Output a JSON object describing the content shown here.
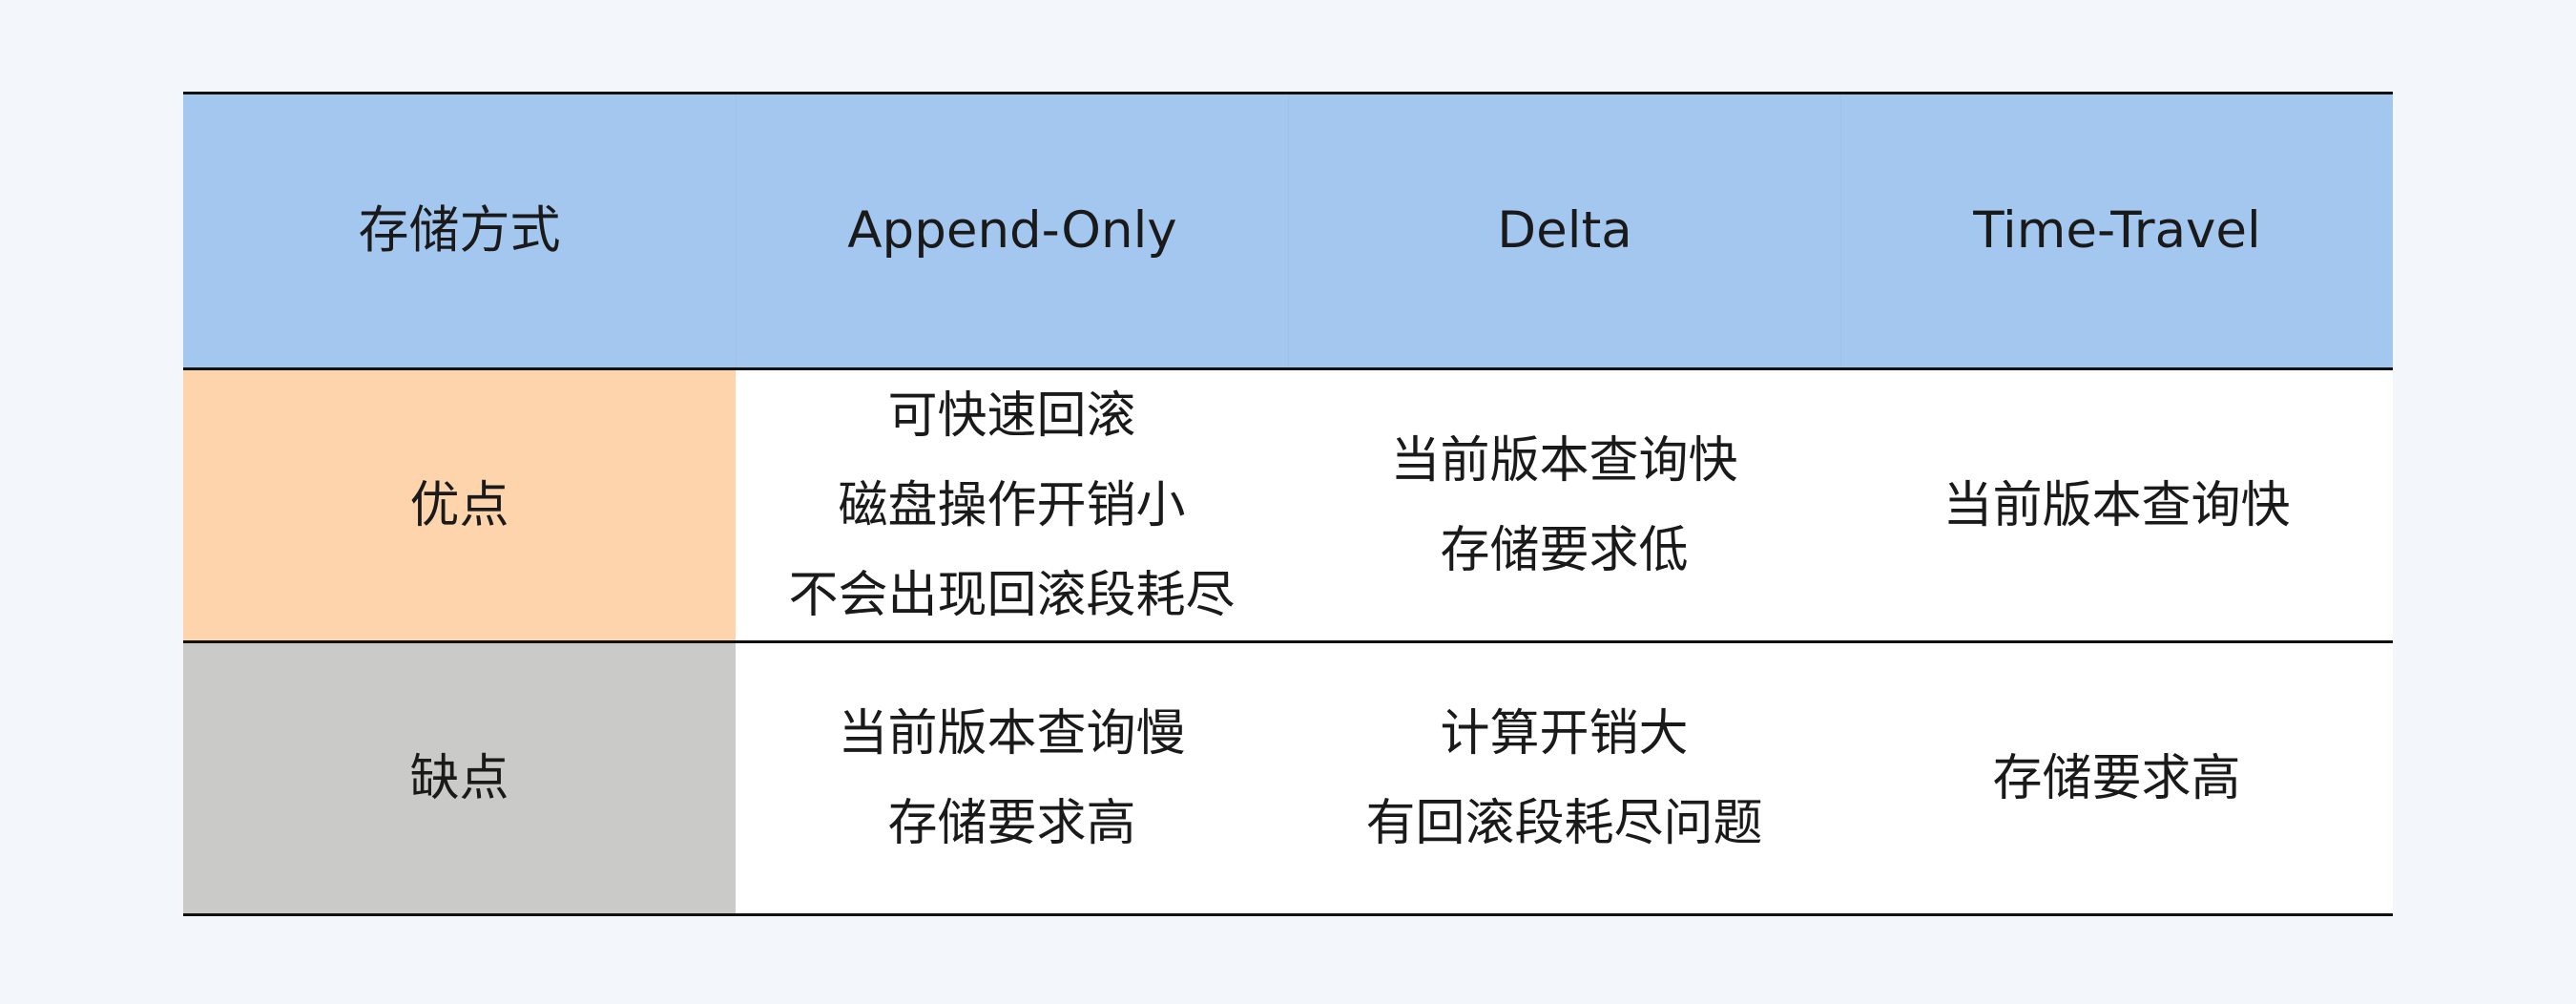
{
  "table": {
    "header": [
      "存储方式",
      "Append-Only",
      "Delta",
      "Time-Travel"
    ],
    "rows": [
      {
        "label": "优点",
        "cells": [
          [
            "可快速回滚",
            "磁盘操作开销小",
            "不会出现回滚段耗尽"
          ],
          [
            "当前版本查询快",
            "存储要求低"
          ],
          [
            "当前版本查询快"
          ]
        ]
      },
      {
        "label": "缺点",
        "cells": [
          [
            "当前版本查询慢",
            "存储要求高"
          ],
          [
            "计算开销大",
            "有回滚段耗尽问题"
          ],
          [
            "存储要求高"
          ]
        ]
      }
    ]
  },
  "colors": {
    "page_background": "#f3f7fc",
    "header_background": "#a4c7ef",
    "pros_label_background": "#fed4ad",
    "cons_label_background": "#cacac8",
    "body_background": "#ffffff",
    "rule_color": "#111111"
  }
}
